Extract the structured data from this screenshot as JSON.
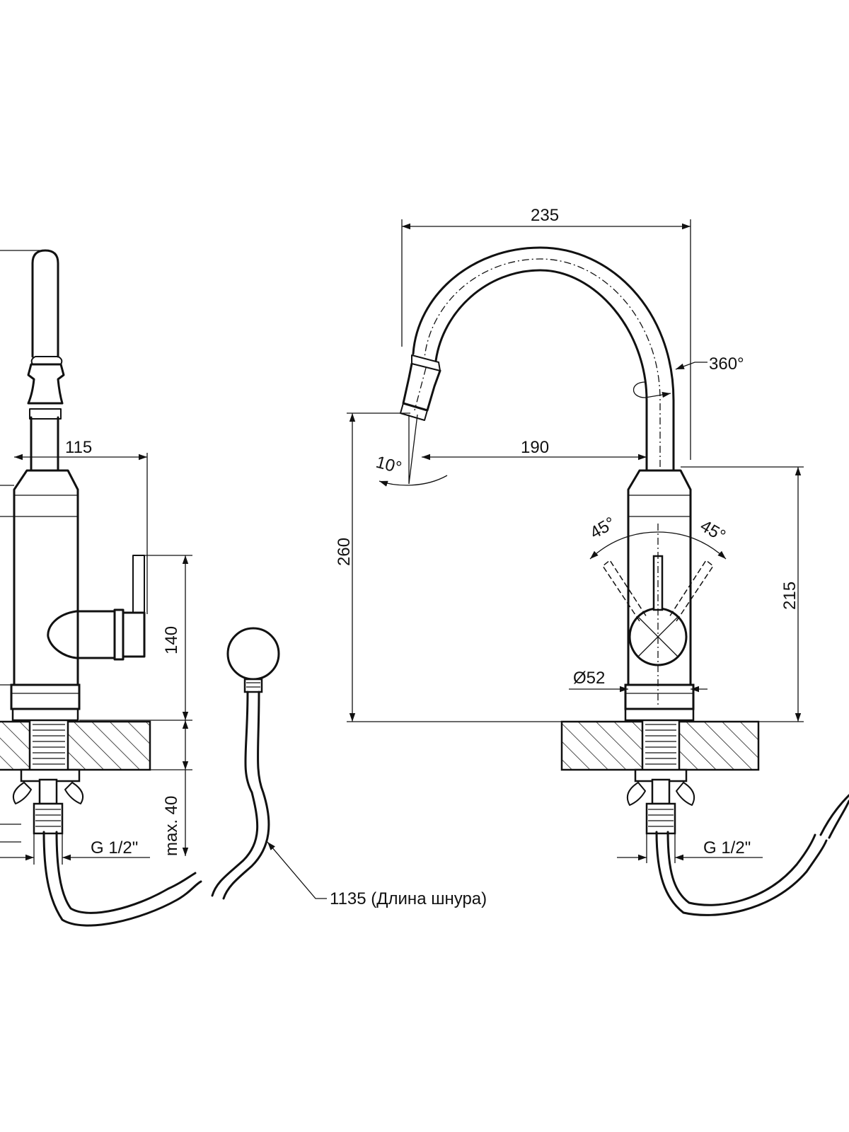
{
  "dimensions": {
    "side_spout_height": "115",
    "side_lever_height": "140",
    "side_mount_thickness": "max. 40",
    "side_thread": "G 1/2\"",
    "cable_length": "1135 (Длина шнура)",
    "front_width": "235",
    "front_rotation": "360°",
    "front_spout_reach": "190",
    "front_tilt": "10°",
    "front_total_height": "260",
    "front_body_height": "215",
    "front_lever_left_angle": "45°",
    "front_lever_right_angle": "45°",
    "front_body_diameter": "Ø52",
    "front_thread": "G 1/2\""
  }
}
